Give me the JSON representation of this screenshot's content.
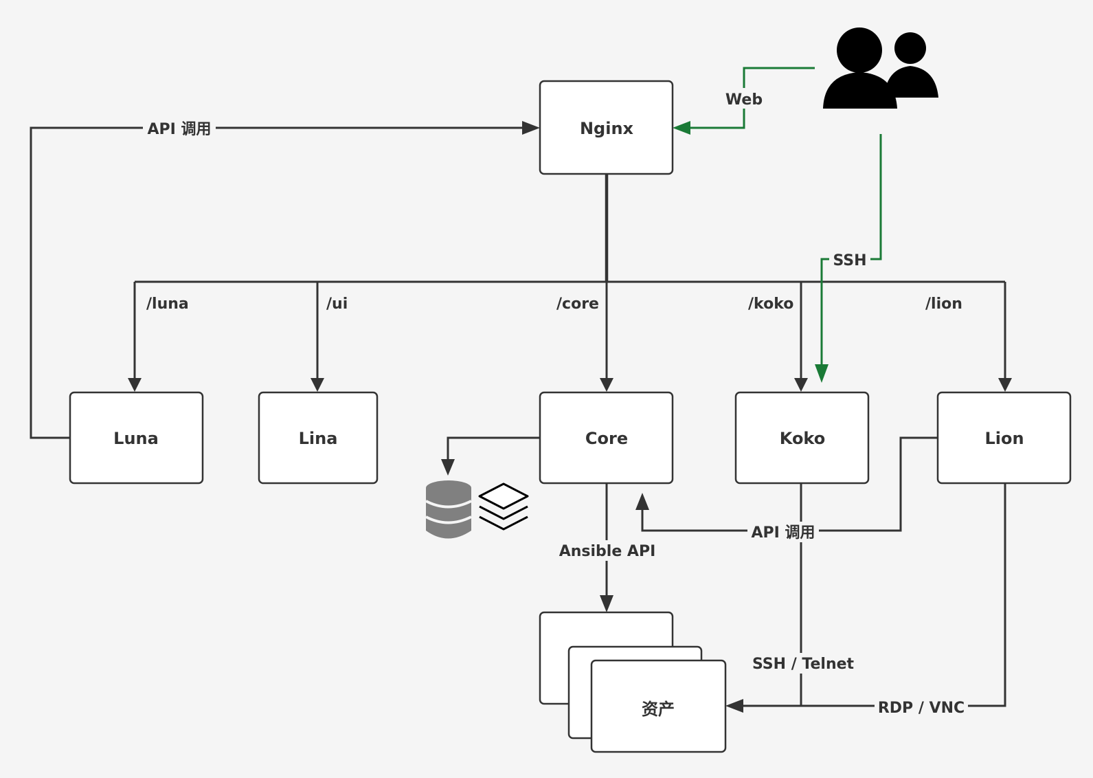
{
  "nodes": {
    "nginx": "Nginx",
    "luna": "Luna",
    "lina": "Lina",
    "core": "Core",
    "koko": "Koko",
    "lion": "Lion",
    "assets": "资产"
  },
  "edges": {
    "web": "Web",
    "api_call_top": "API 调用",
    "ssh": "SSH",
    "route_luna": "/luna",
    "route_ui": "/ui",
    "route_core": "/core",
    "route_koko": "/koko",
    "route_lion": "/lion",
    "api_call_bottom": "API 调用",
    "ansible_api": "Ansible API",
    "ssh_telnet": "SSH / Telnet",
    "rdp_vnc": "RDP / VNC"
  },
  "colors": {
    "line": "#333333",
    "user_link": "#1a7a36",
    "background": "#f5f5f5"
  },
  "icons": [
    "users-icon",
    "database-icon",
    "layers-icon"
  ]
}
